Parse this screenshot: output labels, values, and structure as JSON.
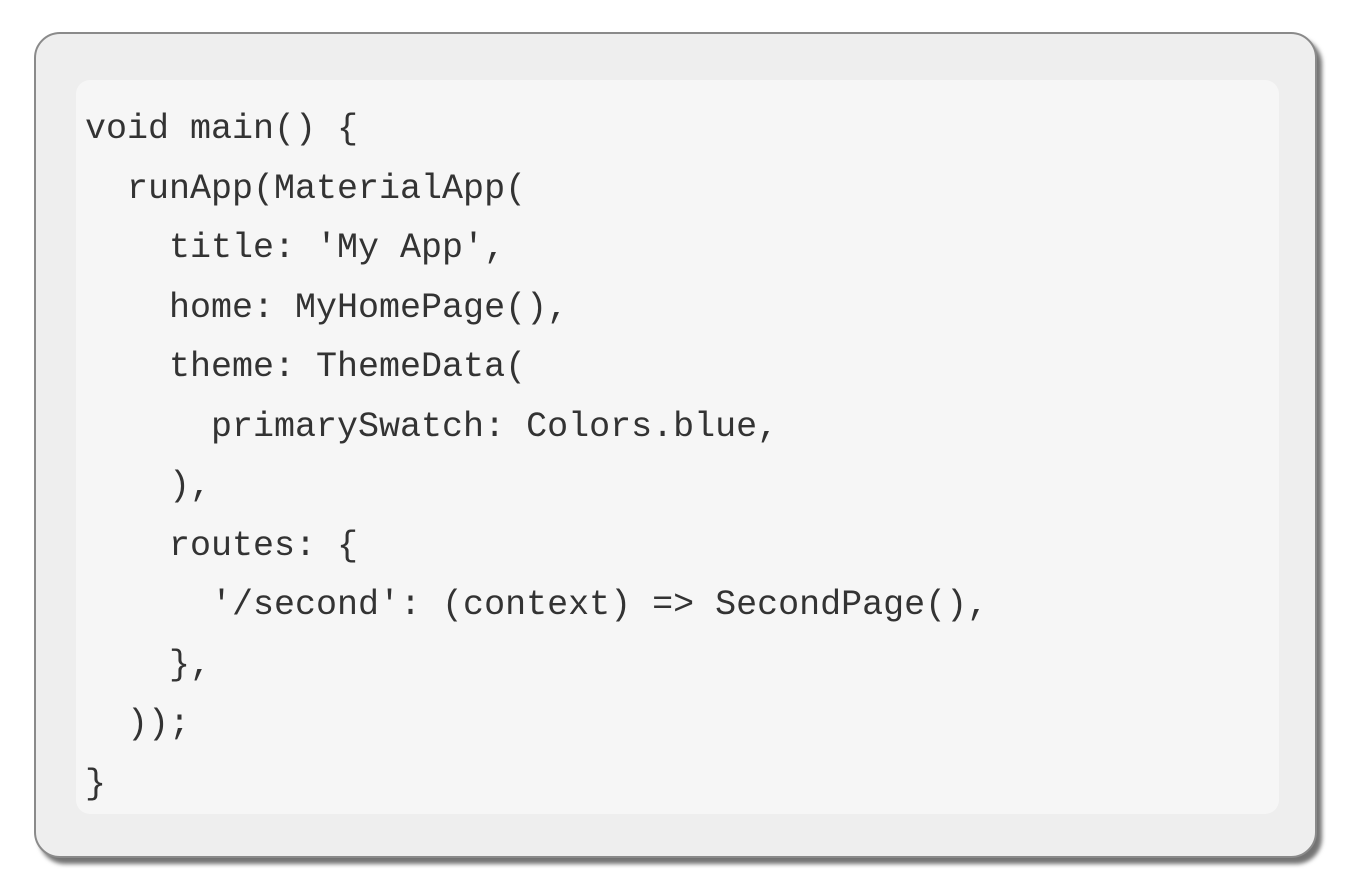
{
  "code_block": {
    "language": "dart",
    "lines": [
      "void main() {",
      "  runApp(MaterialApp(",
      "    title: 'My App',",
      "    home: MyHomePage(),",
      "    theme: ThemeData(",
      "      primarySwatch: Colors.blue,",
      "    ),",
      "    routes: {",
      "      '/second': (context) => SecondPage(),",
      "    },",
      "  ));",
      "}"
    ]
  },
  "colors": {
    "frame_background": "#eeeeee",
    "code_background": "#f6f6f6",
    "text": "#333333",
    "border": "#8a8a8a"
  }
}
